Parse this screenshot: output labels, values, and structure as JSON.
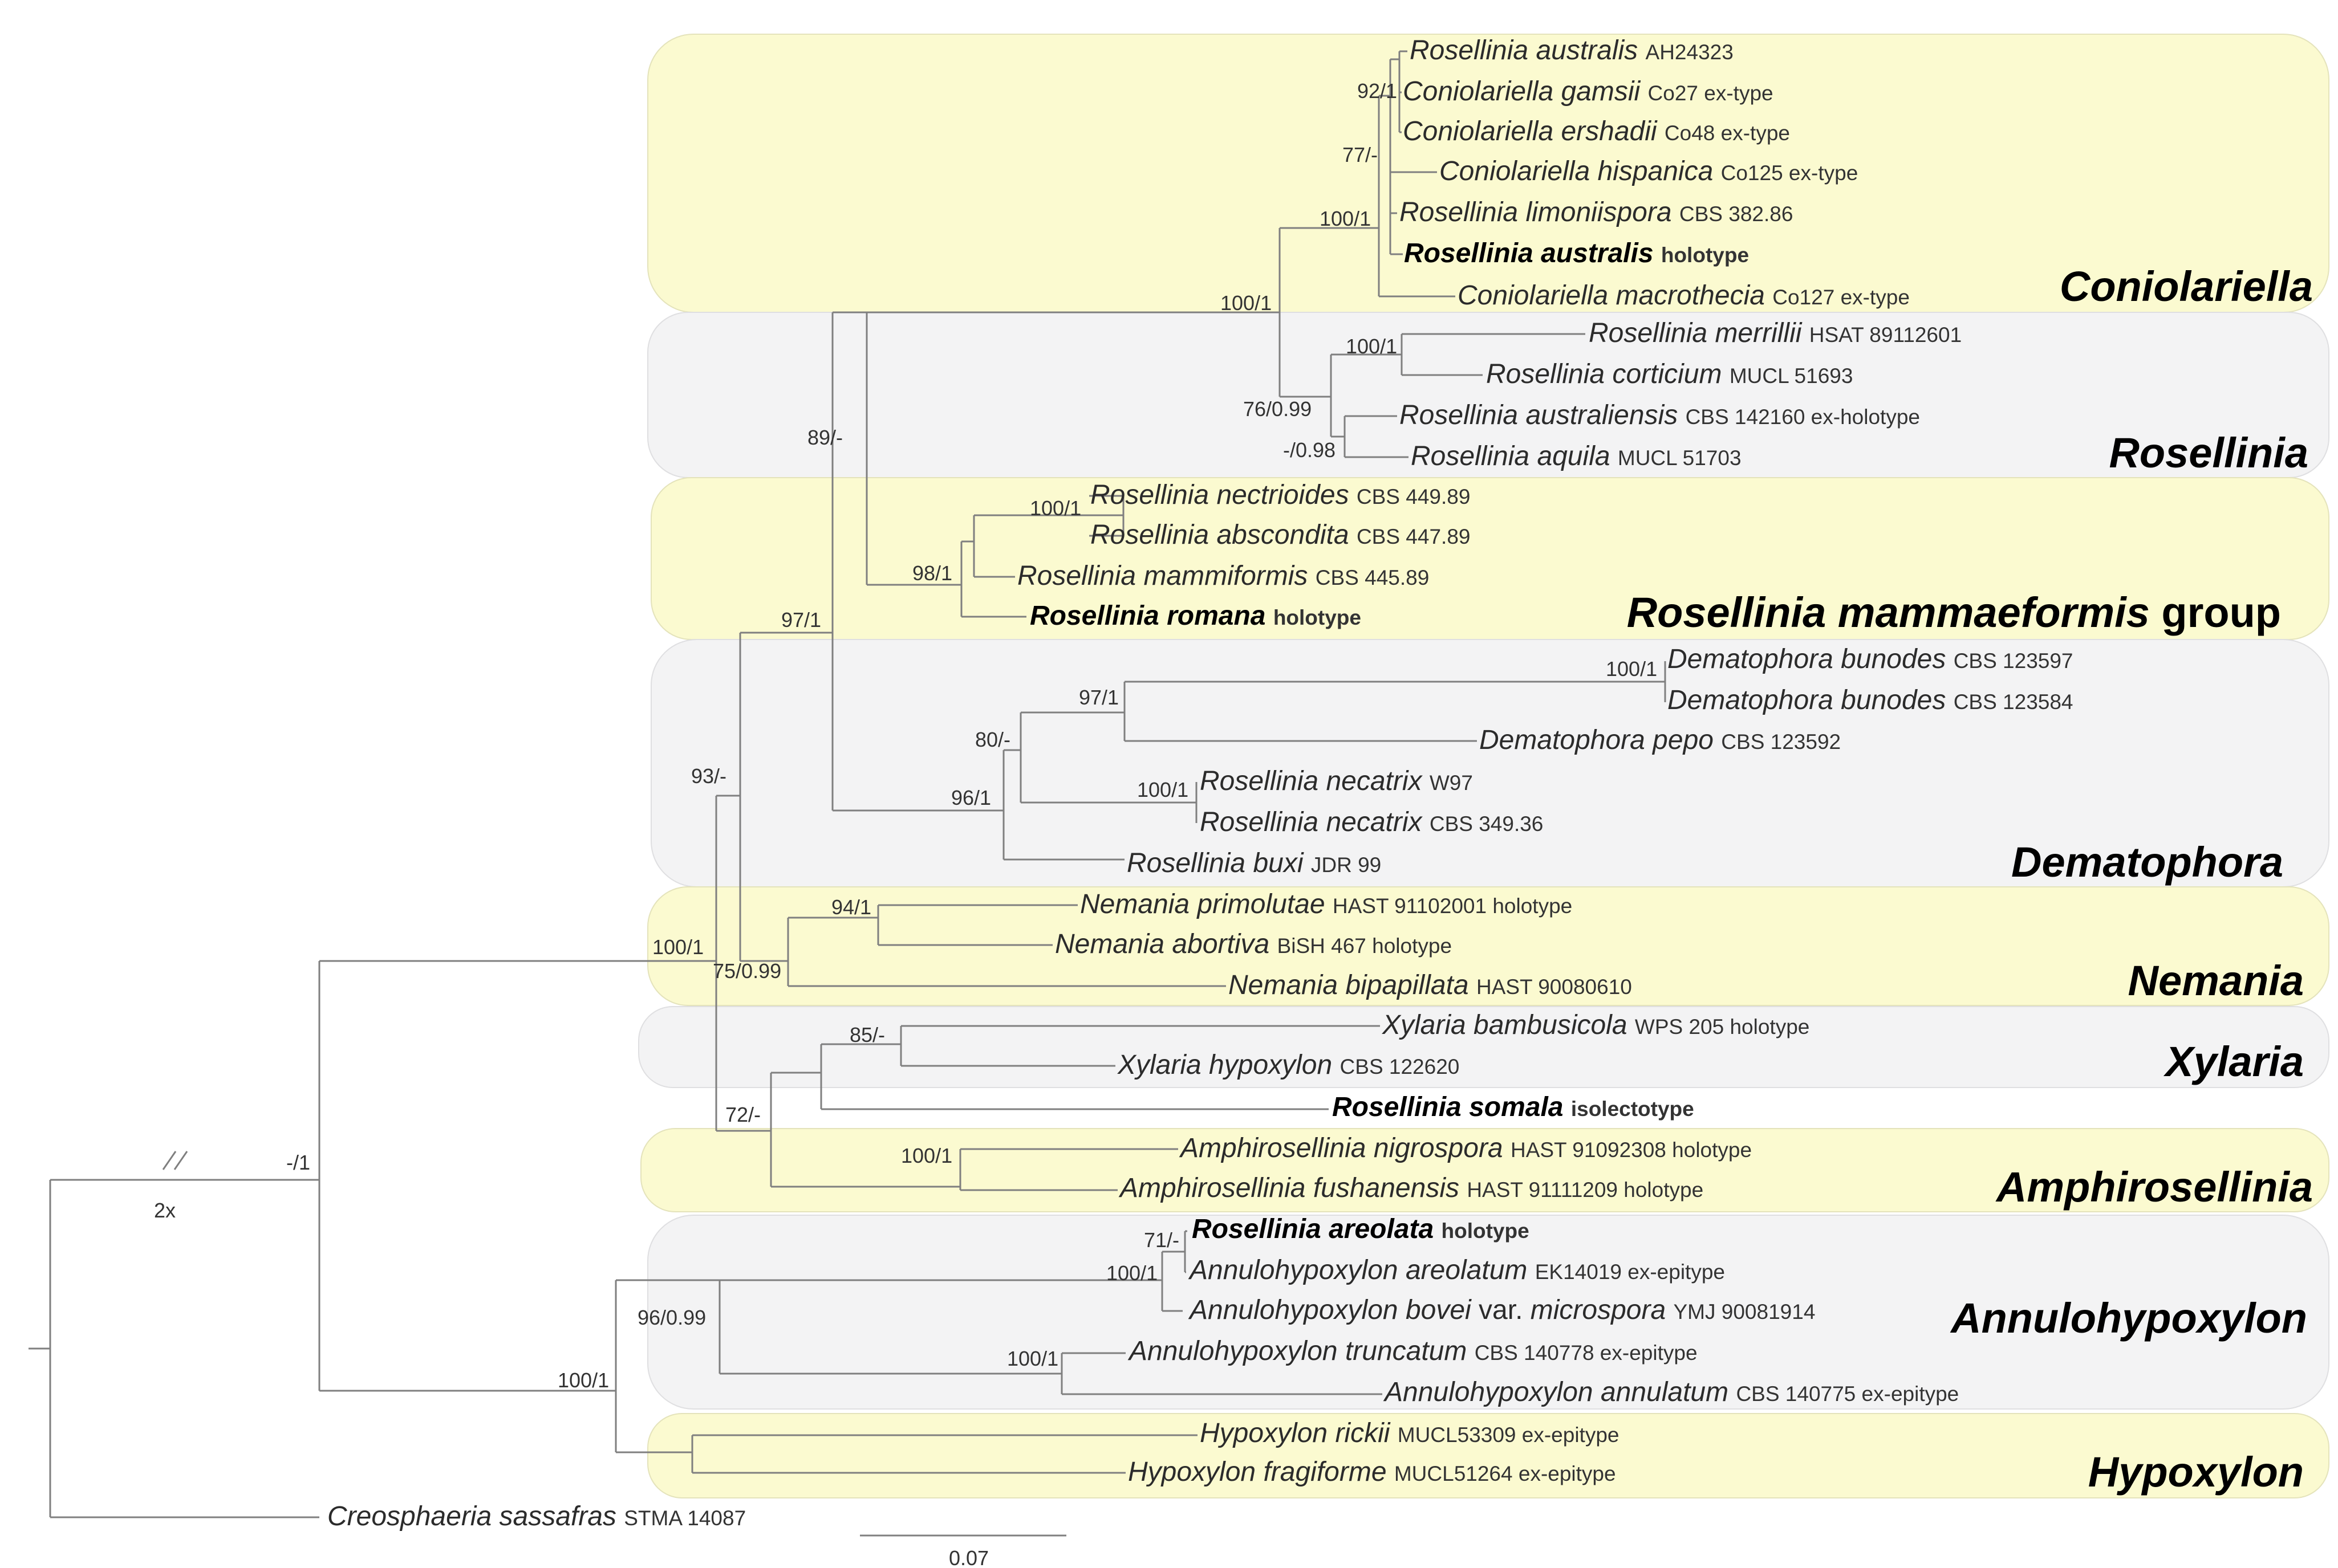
{
  "taxa": [
    {
      "id": "t1",
      "genus": "Rosellinia australis",
      "acc": "AH24323",
      "bold": false
    },
    {
      "id": "t2",
      "genus": "Coniolariella gamsii",
      "acc": "Co27  ex-type",
      "bold": false
    },
    {
      "id": "t3",
      "genus": "Coniolariella ershadii",
      "acc": "Co48  ex-type",
      "bold": false
    },
    {
      "id": "t4",
      "genus": "Coniolariella hispanica",
      "acc": "Co125  ex-type",
      "bold": false
    },
    {
      "id": "t5",
      "genus": "Rosellinia limoniispora",
      "acc": "CBS 382.86",
      "bold": false
    },
    {
      "id": "t6",
      "genus": "Rosellinia australis",
      "acc": "holotype",
      "bold": true
    },
    {
      "id": "t7",
      "genus": "Coniolariella macrothecia",
      "acc": "Co127  ex-type",
      "bold": false
    },
    {
      "id": "t8",
      "genus": "Rosellinia merrillii",
      "acc": "HSAT 89112601",
      "bold": false
    },
    {
      "id": "t9",
      "genus": "Rosellinia corticium",
      "acc": "MUCL 51693",
      "bold": false
    },
    {
      "id": "t10",
      "genus": "Rosellinia australiensis",
      "acc": "CBS 142160  ex-holotype",
      "bold": false
    },
    {
      "id": "t11",
      "genus": "Rosellinia aquila",
      "acc": "MUCL 51703",
      "bold": false
    },
    {
      "id": "t12",
      "genus": "Rosellinia nectrioides",
      "acc": "CBS 449.89",
      "bold": false
    },
    {
      "id": "t13",
      "genus": "Rosellinia abscondita",
      "acc": "CBS 447.89",
      "bold": false
    },
    {
      "id": "t14",
      "genus": "Rosellinia mammiformis",
      "acc": "CBS 445.89",
      "bold": false
    },
    {
      "id": "t15",
      "genus": "Rosellinia romana",
      "acc": "holotype",
      "bold": true
    },
    {
      "id": "t16",
      "genus": "Dematophora bunodes",
      "acc": "CBS 123597",
      "bold": false
    },
    {
      "id": "t17",
      "genus": "Dematophora bunodes",
      "acc": "CBS 123584",
      "bold": false
    },
    {
      "id": "t18",
      "genus": "Dematophora pepo",
      "acc": "CBS 123592",
      "bold": false
    },
    {
      "id": "t19",
      "genus": "Rosellinia necatrix",
      "acc": "W97",
      "bold": false
    },
    {
      "id": "t20",
      "genus": "Rosellinia necatrix",
      "acc": "CBS 349.36",
      "bold": false
    },
    {
      "id": "t21",
      "genus": "Rosellinia buxi",
      "acc": "JDR 99",
      "bold": false
    },
    {
      "id": "t22",
      "genus": "Nemania primolutae",
      "acc": "HAST 91102001  holotype",
      "bold": false
    },
    {
      "id": "t23",
      "genus": "Nemania abortiva",
      "acc": "BiSH 467  holotype",
      "bold": false
    },
    {
      "id": "t24",
      "genus": "Nemania bipapillata",
      "acc": "HAST 90080610",
      "bold": false
    },
    {
      "id": "t25",
      "genus": "Xylaria bambusicola",
      "acc": "WPS 205  holotype",
      "bold": false
    },
    {
      "id": "t26",
      "genus": "Xylaria hypoxylon",
      "acc": "CBS 122620",
      "bold": false
    },
    {
      "id": "t27",
      "genus": "Rosellinia somala",
      "acc": "isolectotype",
      "bold": true
    },
    {
      "id": "t28",
      "genus": "Amphirosellinia nigrospora",
      "acc": "HAST 91092308  holotype",
      "bold": false
    },
    {
      "id": "t29",
      "genus": "Amphirosellinia fushanensis",
      "acc": "HAST 91111209  holotype",
      "bold": false
    },
    {
      "id": "t30",
      "genus": "Rosellinia areolata",
      "acc": "holotype",
      "bold": true
    },
    {
      "id": "t31",
      "genus": "Annulohypoxylon areolatum",
      "acc": "EK14019  ex-epitype",
      "bold": false
    },
    {
      "id": "t32",
      "genus": "Annulohypoxylon bovei",
      "genus_mid": "var.",
      "genus_tail": "microspora",
      "acc": "YMJ 90081914",
      "bold": false
    },
    {
      "id": "t33",
      "genus": "Annulohypoxylon truncatum",
      "acc": "CBS 140778  ex-epitype",
      "bold": false
    },
    {
      "id": "t34",
      "genus": "Annulohypoxylon annulatum",
      "acc": "CBS 140775  ex-epitype",
      "bold": false
    },
    {
      "id": "t35",
      "genus": "Hypoxylon rickii",
      "acc": "MUCL53309  ex-epitype",
      "bold": false
    },
    {
      "id": "t36",
      "genus": "Hypoxylon fragiforme",
      "acc": "MUCL51264  ex-epitype",
      "bold": false
    },
    {
      "id": "t37",
      "genus": "Creosphaeria sassafras",
      "acc": "STMA 14087",
      "bold": false
    }
  ],
  "support": {
    "s_gamsii": "92/1",
    "s_his": "77/-",
    "s_con": "100/1",
    "s_conros": "100/1",
    "s_merr": "100/1",
    "s_ros": "76/0.99",
    "s_aus": "-/0.98",
    "s_upper": "89/-",
    "s_nect": "100/1",
    "s_mam": "98/1",
    "s_bigA": "97/1",
    "s_bun": "100/1",
    "s_bun2": "97/1",
    "s_dem": "80/-",
    "s_necx": "100/1",
    "s_dem2": "96/1",
    "s_n93": "93/-",
    "s_nprim": "94/1",
    "s_nem": "75/0.99",
    "s_ingroup": "100/1",
    "s_xyl": "85/-",
    "s_xa": "72/-",
    "s_amph": "100/1",
    "s_root": "-/1",
    "s_are": "71/-",
    "s_ann": "100/1",
    "s_trunc": "100/1",
    "s_annhyp": "96/0.99",
    "s_hyp": "100/1"
  },
  "clades": {
    "coniolariella": "Coniolariella",
    "rosellinia": "Rosellinia",
    "mammaeformis": "Rosellinia mammaeformis",
    "mammaeformis_suffix": "group",
    "dematophora": "Dematophora",
    "nemania": "Nemania",
    "xylaria": "Xylaria",
    "amphirosellinia": "Amphirosellinia",
    "annulohypoxylon": "Annulohypoxylon",
    "hypoxylon": "Hypoxylon"
  },
  "break_label": "2x",
  "scale_label": "0.07"
}
